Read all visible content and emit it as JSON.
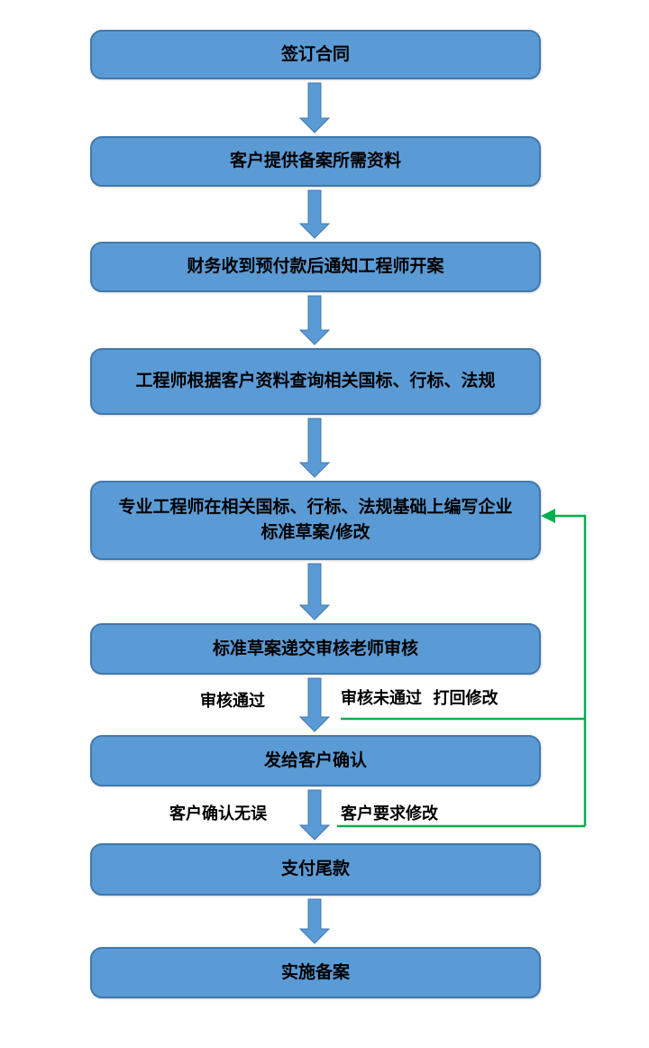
{
  "flow": {
    "boxes": [
      {
        "label": "签订合同"
      },
      {
        "label": "客户提供备案所需资料"
      },
      {
        "label": "财务收到预付款后通知工程师开案"
      },
      {
        "label": "工程师根据客户资料查询相关国标、行标、法规"
      },
      {
        "label": "专业工程师在相关国标、行标、法规基础上编写企业标准草案/修改"
      },
      {
        "label": "标准草案递交审核老师审核"
      },
      {
        "label": "发给客户确认"
      },
      {
        "label": "支付尾款"
      },
      {
        "label": "实施备案"
      }
    ],
    "branch_labels": {
      "review_pass": "审核通过",
      "review_fail": "审核未通过  打回修改",
      "customer_ok": "客户确认无误",
      "customer_modify": "客户要求修改"
    },
    "colors": {
      "box_fill": "#5b9bd5",
      "box_border": "#4178ac",
      "arrow": "#5b9bd5",
      "feedback_line": "#00b050",
      "text": "#000000"
    }
  }
}
